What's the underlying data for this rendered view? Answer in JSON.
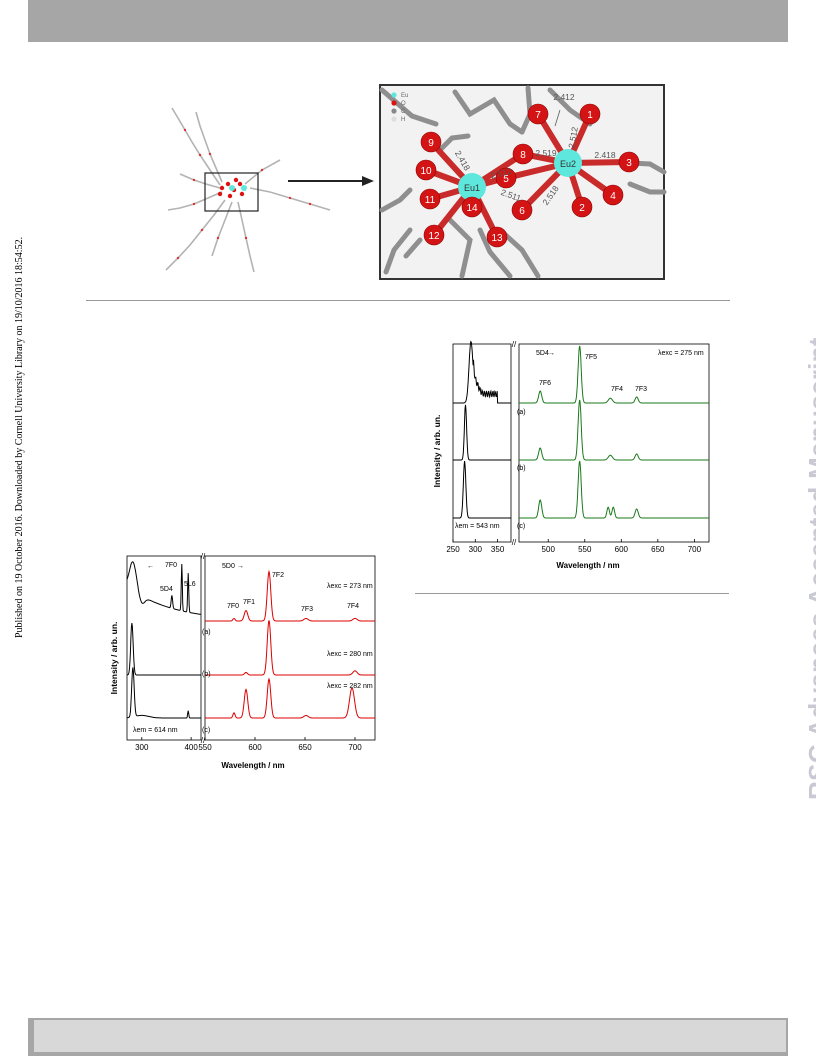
{
  "sidebar_note": "Published on 19 October 2016. Downloaded by Cornell University Library on 19/10/2016 18:54:52.",
  "watermark": "RSC Advances Accepted Manuscript",
  "structure_figure": {
    "legend": [
      "Eu",
      "O",
      "C",
      "H"
    ],
    "colors": {
      "eu": "#5ee7dc",
      "o": "#dd1111",
      "c": "#888888",
      "h": "#dddddd"
    },
    "atom_labels": {
      "eu1": "Eu1",
      "eu2": "Eu2",
      "o1": "1",
      "o2": "2",
      "o3": "3",
      "o4": "4",
      "o5": "5",
      "o6": "6",
      "o7": "7",
      "o8": "8",
      "o9": "9",
      "o10": "10",
      "o11": "11",
      "o12": "12",
      "o13": "13",
      "o14": "14"
    },
    "bond_labels": {
      "b1": "2.412",
      "b2": "2.512",
      "b3": "2.418",
      "b4": "2.418",
      "b5": "2.512",
      "b6": "2.519",
      "b7": "2.511",
      "b8": "2.518"
    }
  },
  "chart_data": [
    {
      "type": "line",
      "title": "",
      "xlabel": "Wavelength / nm",
      "ylabel": "Intensity / arb. un.",
      "x_ticks_left": [
        "300",
        "400"
      ],
      "x_ticks_right": [
        "550",
        "600",
        "650",
        "700"
      ],
      "break_symbol": "//",
      "xlim_excitation": [
        270,
        420
      ],
      "xlim_emission": [
        550,
        720
      ],
      "excitation_color": "#000000",
      "emission_color": "#dd0000",
      "annotations": {
        "f0_top": "7F0",
        "arrow_left": "←",
        "d0_top": "5D0",
        "arrow_right": "→",
        "d4": "5D4",
        "l6": "5L6",
        "f0": "7F0",
        "f1": "7F1",
        "f2": "7F2",
        "f3": "7F3",
        "f4": "7F4",
        "exc_a": "λexc = 273 nm",
        "exc_b": "λexc = 280 nm",
        "exc_c": "λexc = 282 nm",
        "em_c": "λem = 614 nm",
        "label_a": "(a)",
        "label_b": "(b)",
        "label_c": "(c)"
      },
      "series": [
        {
          "curve": "(a)",
          "excitation_peaks_nm": [
            282,
            361,
            381,
            394
          ],
          "emission_peaks_nm": [
            579,
            591,
            614,
            651,
            700
          ]
        },
        {
          "curve": "(b)",
          "excitation_peaks_nm": [
            280
          ],
          "emission_peaks_nm": [
            591,
            614,
            700
          ]
        },
        {
          "curve": "(c)",
          "excitation_peaks_nm": [
            282,
            394
          ],
          "emission_peaks_nm": [
            579,
            591,
            614,
            651,
            697
          ]
        }
      ]
    },
    {
      "type": "line",
      "title": "",
      "xlabel": "Wavelength / nm",
      "ylabel": "Intensity / arb. un.",
      "x_ticks_left": [
        "250",
        "300",
        "350"
      ],
      "x_ticks_right": [
        "500",
        "550",
        "600",
        "650",
        "700"
      ],
      "break_symbol": "//",
      "xlim_excitation": [
        250,
        380
      ],
      "xlim_emission": [
        460,
        720
      ],
      "excitation_color": "#000000",
      "emission_color": "#1a7a1a",
      "annotations": {
        "d4_top": "5D4",
        "arrow_right": "→",
        "f5": "7F5",
        "f6": "7F6",
        "f4": "7F4",
        "f3": "7F3",
        "exc": "λexc = 275 nm",
        "em": "λem = 543 nm",
        "label_a": "(a)",
        "label_b": "(b)",
        "label_c": "(c)"
      },
      "series": [
        {
          "curve": "(a)",
          "excitation_peaks_nm": [
            290
          ],
          "emission_peaks_nm": [
            489,
            543,
            585,
            621
          ]
        },
        {
          "curve": "(b)",
          "excitation_peaks_nm": [
            278
          ],
          "emission_peaks_nm": [
            489,
            543,
            585,
            621
          ]
        },
        {
          "curve": "(c)",
          "excitation_peaks_nm": [
            276
          ],
          "emission_peaks_nm": [
            489,
            543,
            582,
            589,
            621
          ]
        }
      ]
    }
  ]
}
